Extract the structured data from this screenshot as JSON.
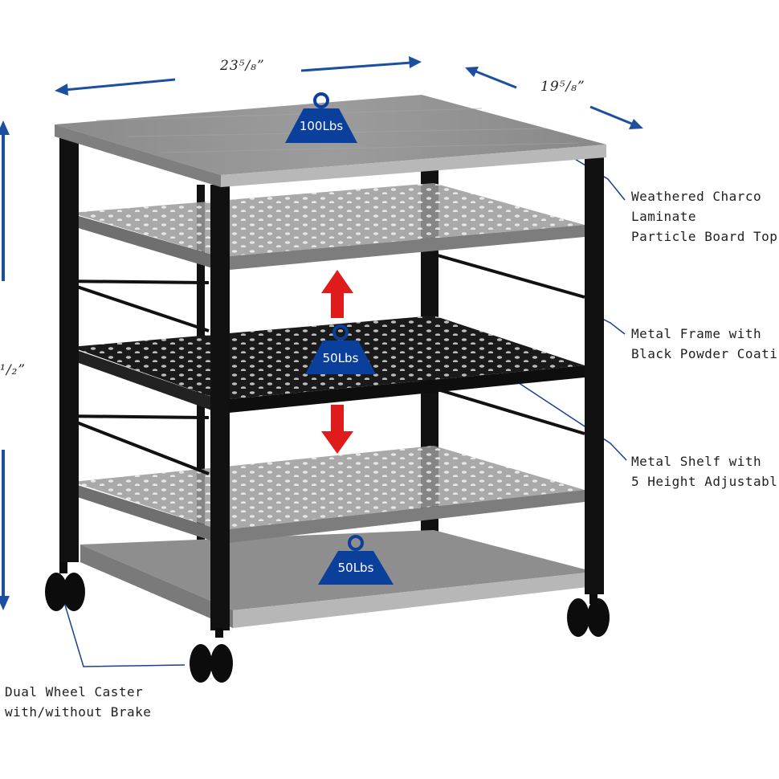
{
  "dimensions": {
    "width": "23⁵/₈”",
    "depth": "19⁵/₈”",
    "height_partial": "¹/₂”"
  },
  "weights": {
    "top": "100Lbs",
    "middle": "50Lbs",
    "bottom": "50Lbs"
  },
  "callouts": {
    "top": [
      "Weathered Charco",
      "Laminate",
      "Particle Board Top"
    ],
    "frame": [
      "Metal Frame with",
      "Black Powder Coati"
    ],
    "shelf": [
      "Metal Shelf with",
      "5 Height Adjustabl"
    ],
    "caster": [
      "Dual Wheel Caster",
      "with/without Brake"
    ]
  },
  "colors": {
    "arrow_blue": "#1c4fa0",
    "weight_blue": "#0b3f9c",
    "adjust_red": "#e01b1b",
    "frame_black": "#111111",
    "wood_gray": "#8f8f8f"
  }
}
